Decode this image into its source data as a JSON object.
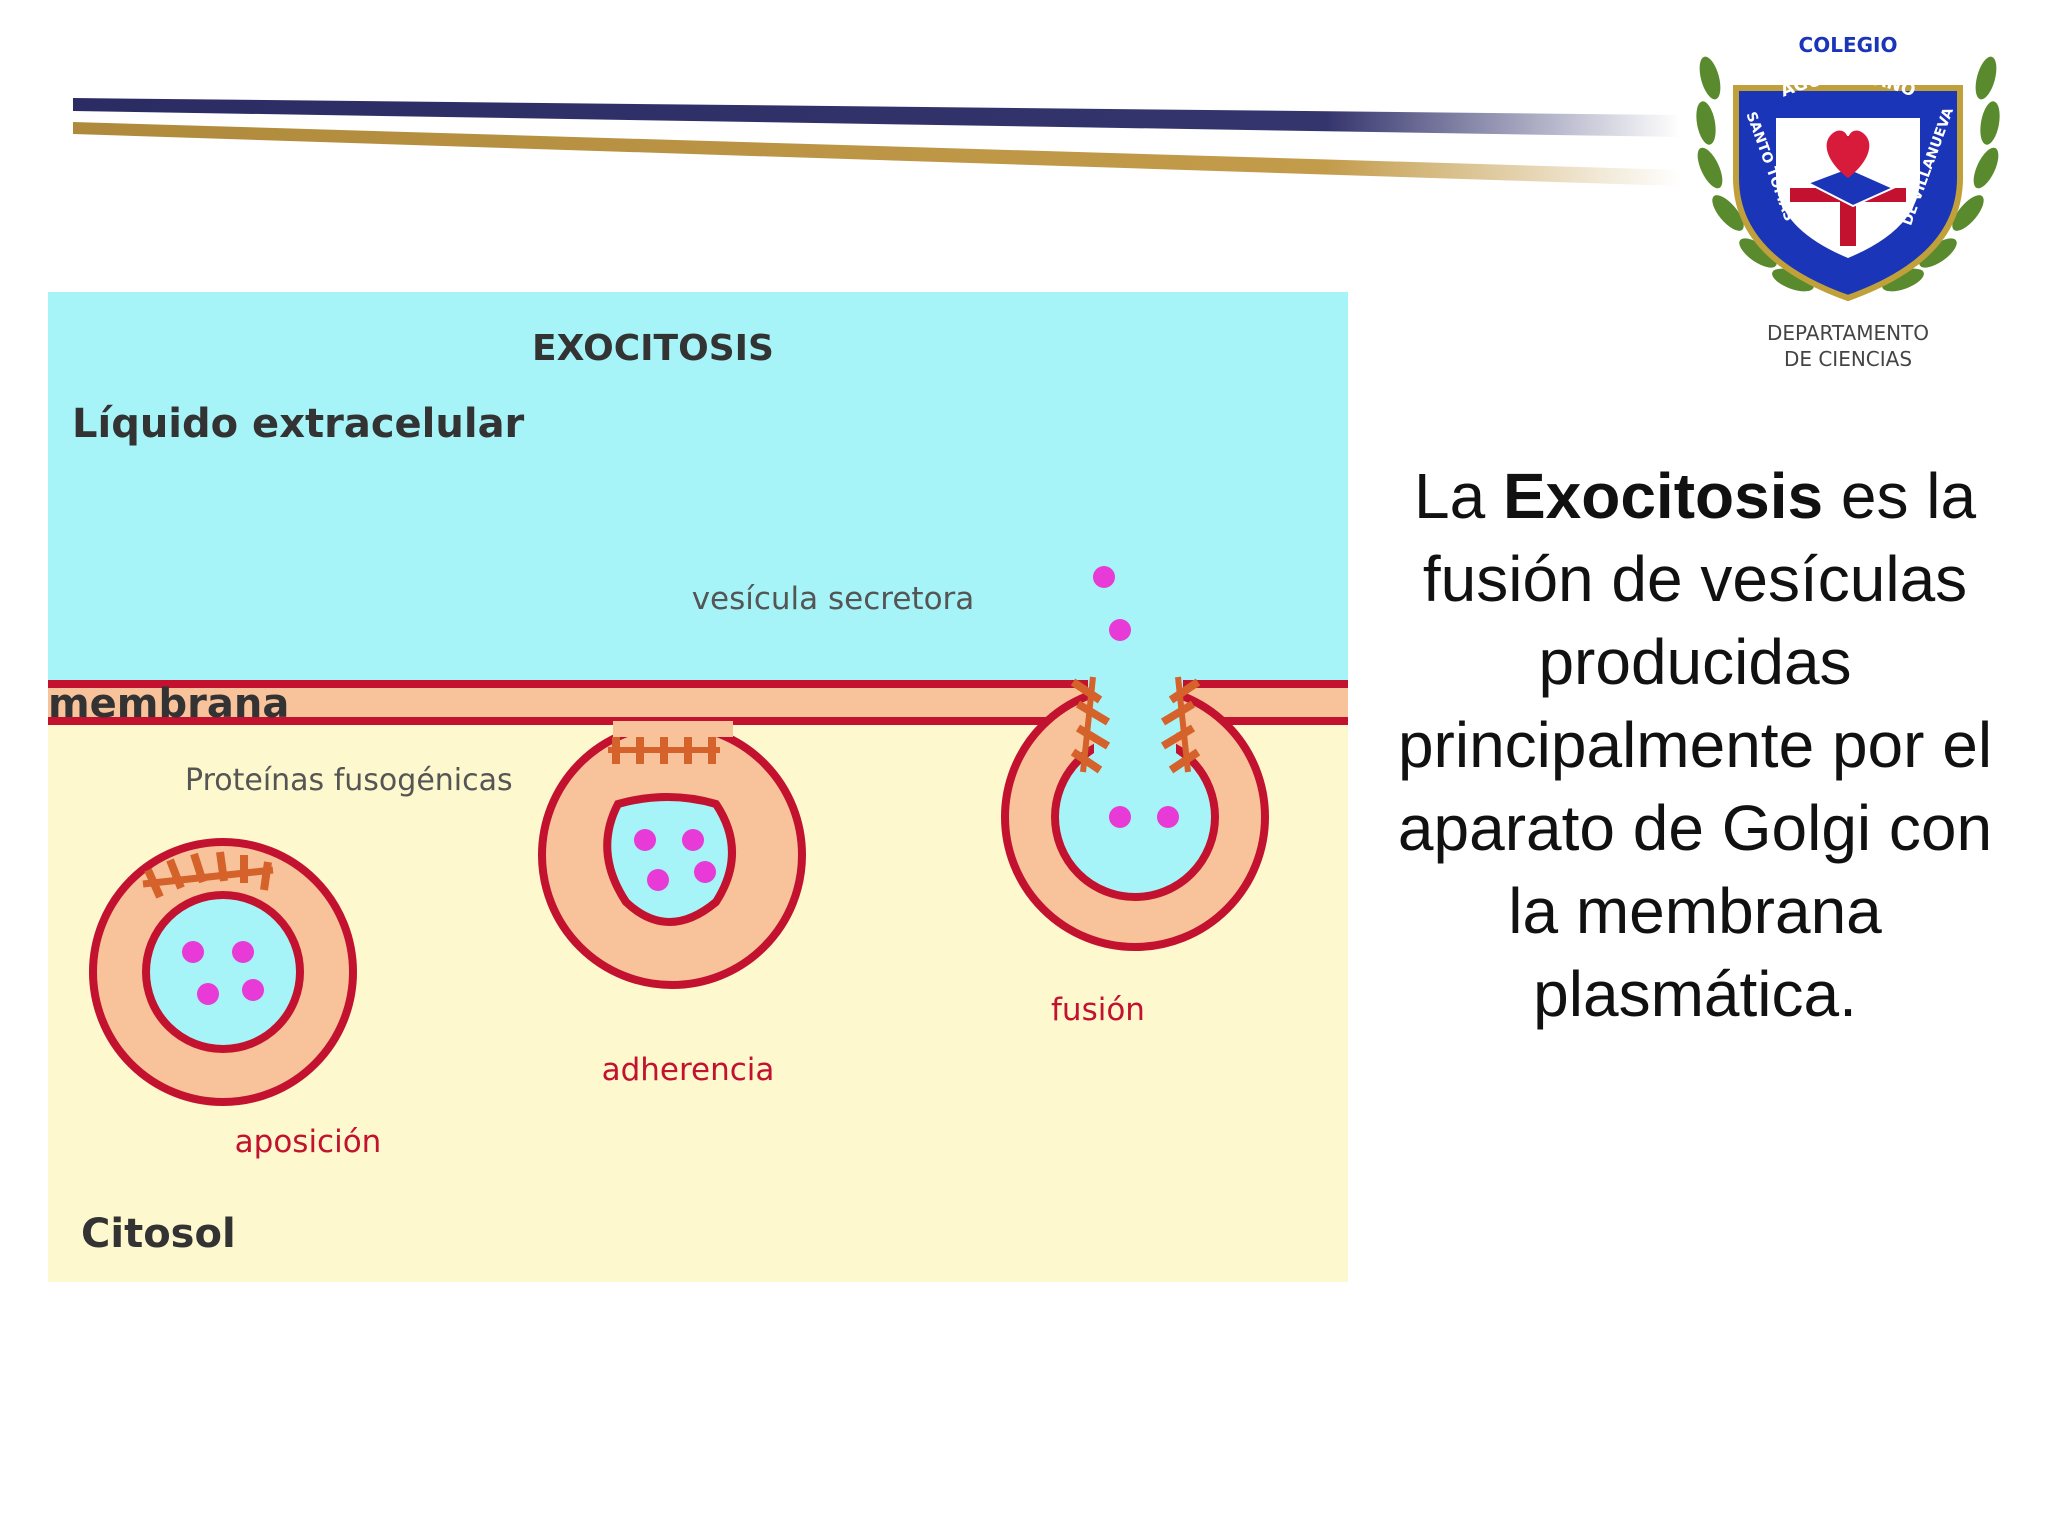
{
  "logo": {
    "top_text": "COLEGIO",
    "arc_text": "AGUSTINIANO",
    "left_text": "SANTO TOMAS",
    "right_text": "DE VILLANUEVA",
    "caption_line1": "DEPARTAMENTO",
    "caption_line2": "DE CIENCIAS"
  },
  "diagram": {
    "title": "EXOCITOSIS",
    "extracellular_label": "Líquido extracelular",
    "membrane_label": "membrana",
    "cytosol_label": "Citosol",
    "vesicle_label": "vesícula secretora",
    "proteins_label": "Proteínas fusogénicas",
    "stage_1": "aposición",
    "stage_2": "adherencia",
    "stage_3": "fusión",
    "colors": {
      "extracellular": "#a6f4f8",
      "cytosol": "#fdf8cd",
      "membrane_line": "#c2122f",
      "membrane_fill": "#f8c39a",
      "protein": "#d4622a",
      "vesicle_content": "#a6f4f8",
      "cargo": "#e83ad6"
    }
  },
  "description": {
    "prefix": "La ",
    "bold": "Exocitosis",
    "rest": " es la fusión de vesículas producidas principalmente por el aparato de Golgi con la membrana plasmática."
  }
}
